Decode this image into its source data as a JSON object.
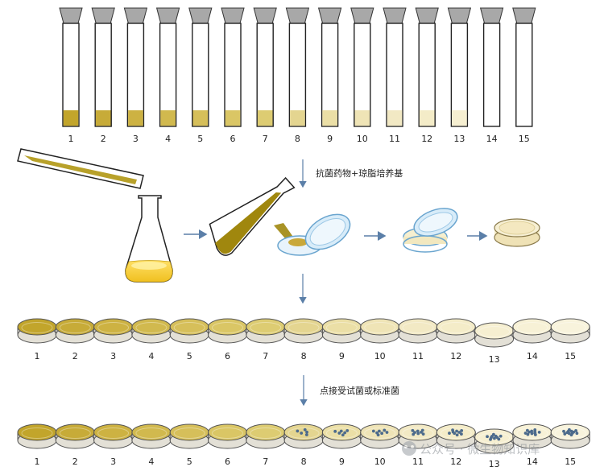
{
  "tube_labels": [
    "1",
    "2",
    "3",
    "4",
    "5",
    "6",
    "7",
    "8",
    "9",
    "10",
    "11",
    "12",
    "13",
    "14",
    "15"
  ],
  "plate_row1_labels": [
    "1",
    "2",
    "3",
    "4",
    "5",
    "6",
    "7",
    "8",
    "9",
    "10",
    "11",
    "12",
    "13",
    "14",
    "15"
  ],
  "plate_row2_labels": [
    "1",
    "2",
    "3",
    "4",
    "5",
    "6",
    "7",
    "8",
    "9",
    "10",
    "11",
    "12",
    "13",
    "14",
    "15"
  ],
  "steps": {
    "add_drug_agar": "抗菌药物+琼脂培养基",
    "spot_inoculate": "点接受试菌或标准菌"
  },
  "watermark": "公众号 · 微生物知识库",
  "drug_gradient_colors": [
    "#c2a52b",
    "#c7ab38",
    "#cdb242",
    "#d1b94e",
    "#d6bf5a",
    "#dac665",
    "#ddcc72",
    "#e4d590",
    "#ebdfa6",
    "#efe4b6",
    "#f2e9c4",
    "#f4ecc8",
    "#f6efd1",
    "#f7f1d6",
    "#f8f3dc"
  ],
  "colony_dots": [
    0,
    0,
    0,
    0,
    0,
    0,
    0,
    5,
    6,
    7,
    8,
    9,
    10,
    11,
    12
  ]
}
